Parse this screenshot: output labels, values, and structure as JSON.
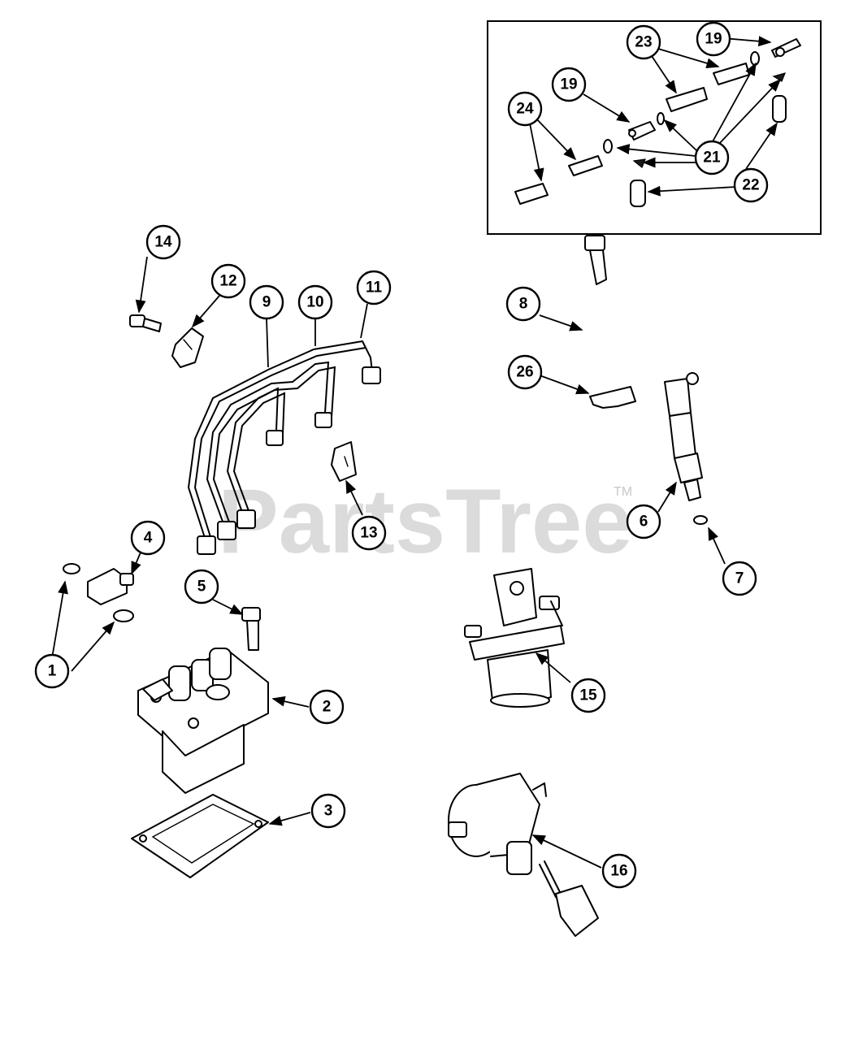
{
  "watermark": {
    "text": "PartsTree",
    "trademark": "TM"
  },
  "callouts": {
    "c1": "1",
    "c2": "2",
    "c3": "3",
    "c4": "4",
    "c5": "5",
    "c6": "6",
    "c7": "7",
    "c8": "8",
    "c9": "9",
    "c10": "10",
    "c11": "11",
    "c12": "12",
    "c13": "13",
    "c14": "14",
    "c15": "15",
    "c16": "16",
    "c19a": "19",
    "c19b": "19",
    "c21": "21",
    "c22": "22",
    "c23": "23",
    "c24": "24",
    "c26": "26"
  },
  "colors": {
    "line": "#000000",
    "background": "#ffffff",
    "watermark": "#c8c8c8"
  }
}
